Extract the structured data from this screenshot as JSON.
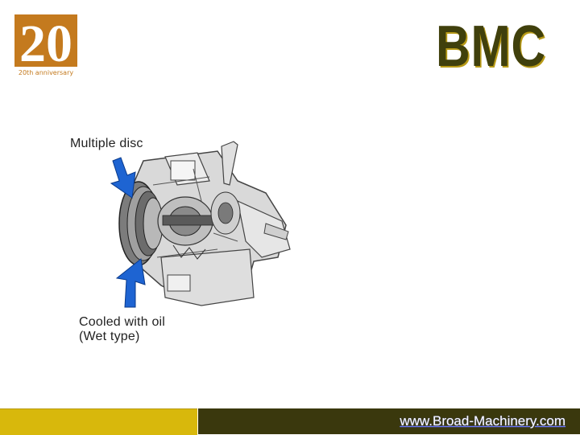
{
  "logo": {
    "number": "20",
    "caption": "20th anniversary",
    "color": "#c47a1e"
  },
  "brand": {
    "text": "BMC",
    "color": "#40400c",
    "shadow_color": "#b89a16"
  },
  "diagram": {
    "label_top": "Multiple disc",
    "label_bottom_line1": "Cooled with oil",
    "label_bottom_line2": "(Wet type)",
    "arrow_color": "#1e64d2"
  },
  "footer": {
    "link_text": "www.Broad-Machinery.com",
    "left_color": "#d8b80c",
    "right_color": "#3a380d"
  }
}
